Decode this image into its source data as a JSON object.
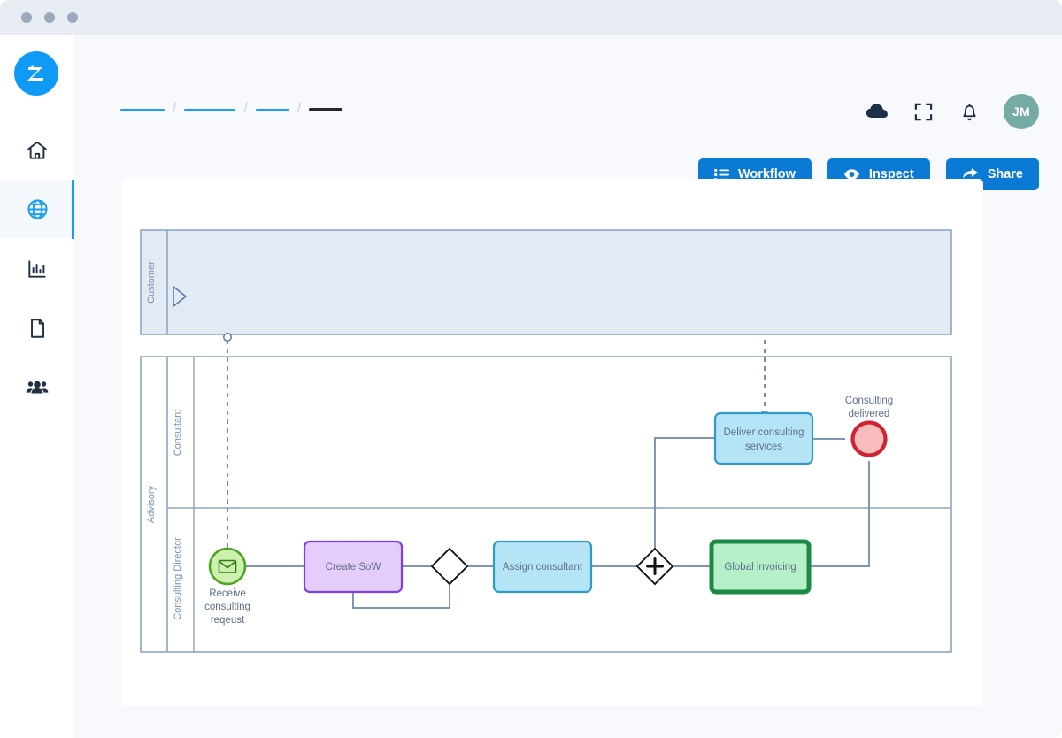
{
  "window": {
    "dots": [
      "close",
      "minimize",
      "maximize"
    ]
  },
  "sidebar": {
    "logo_text": "Z",
    "items": [
      {
        "name": "home",
        "icon": "home-icon",
        "active": false
      },
      {
        "name": "processes",
        "icon": "globe-icon",
        "active": true
      },
      {
        "name": "analytics",
        "icon": "bar-chart-icon",
        "active": false
      },
      {
        "name": "documents",
        "icon": "document-icon",
        "active": false
      },
      {
        "name": "people",
        "icon": "users-icon",
        "active": false
      }
    ]
  },
  "header": {
    "breadcrumb_placeholder": true,
    "icons": [
      {
        "name": "cloud-icon"
      },
      {
        "name": "fullscreen-icon"
      },
      {
        "name": "bell-icon"
      }
    ],
    "avatar_initials": "JM"
  },
  "toolbar": {
    "workflow_label": "Workflow",
    "inspect_label": "Inspect",
    "share_label": "Share"
  },
  "diagram": {
    "type": "bpmn",
    "pools": [
      {
        "id": "customer",
        "label": "Customer",
        "collapsed": true,
        "fill": "#e4eaf3"
      },
      {
        "id": "advisory",
        "label": "Advisory",
        "collapsed": false,
        "fill": "#ffffff"
      }
    ],
    "lanes": [
      {
        "id": "consultant",
        "pool": "advisory",
        "label": "Consultant"
      },
      {
        "id": "consulting-director",
        "pool": "advisory",
        "label": "Consulting Director"
      }
    ],
    "nodes": [
      {
        "id": "receive",
        "type": "start-event-message",
        "label": "Receive consulting reqeust",
        "lane": "consulting-director",
        "fill": "#cdf0b1",
        "stroke": "#4aa521"
      },
      {
        "id": "create-sow",
        "type": "task",
        "label": "Create SoW",
        "lane": "consulting-director",
        "fill": "#e4cdfb",
        "stroke": "#7b3fe4"
      },
      {
        "id": "gw-xor",
        "type": "exclusive-gateway",
        "label": "",
        "lane": "consulting-director",
        "fill": "#ffffff",
        "stroke": "#111111"
      },
      {
        "id": "assign",
        "type": "task",
        "label": "Assign consultant",
        "lane": "consulting-director",
        "fill": "#b6e4f7",
        "stroke": "#2f9bc9"
      },
      {
        "id": "gw-and",
        "type": "parallel-gateway",
        "label": "",
        "lane": "consulting-director",
        "fill": "#ffffff",
        "stroke": "#111111"
      },
      {
        "id": "invoicing",
        "type": "call-activity",
        "label": "Global invoicing",
        "lane": "consulting-director",
        "fill": "#b6f0c9",
        "stroke": "#1c8a45"
      },
      {
        "id": "deliver",
        "type": "task",
        "label": "Deliver consulting services",
        "lane": "consultant",
        "fill": "#b6e4f7",
        "stroke": "#2f9bc9"
      },
      {
        "id": "end",
        "type": "end-event",
        "label": "Consulting delivered",
        "lane": "consultant",
        "fill": "#f9bcbc",
        "stroke": "#cf2233"
      }
    ],
    "flows": [
      {
        "from": "receive",
        "to": "create-sow",
        "kind": "sequence"
      },
      {
        "from": "create-sow",
        "to": "gw-xor",
        "kind": "sequence"
      },
      {
        "from": "gw-xor",
        "to": "assign",
        "kind": "sequence"
      },
      {
        "from": "gw-xor",
        "to": "create-sow",
        "kind": "sequence"
      },
      {
        "from": "assign",
        "to": "gw-and",
        "kind": "sequence"
      },
      {
        "from": "gw-and",
        "to": "invoicing",
        "kind": "sequence"
      },
      {
        "from": "gw-and",
        "to": "deliver",
        "kind": "sequence"
      },
      {
        "from": "deliver",
        "to": "end",
        "kind": "sequence"
      },
      {
        "from": "invoicing",
        "to": "end",
        "kind": "sequence"
      },
      {
        "from": "customer",
        "to": "receive",
        "kind": "message"
      },
      {
        "from": "customer",
        "to": "deliver",
        "kind": "message"
      }
    ]
  },
  "colors": {
    "accent": "#0b7ad6",
    "sidebar_active": "#1a9ef5",
    "page_bg": "#f7f9fc",
    "chrome_bg": "#e7ecf3",
    "avatar_bg": "#76aaa4",
    "pool_stroke": "#8ba6c6",
    "pool_fill_collapsed": "#e4eaf3",
    "connector": "#6a87a8"
  }
}
